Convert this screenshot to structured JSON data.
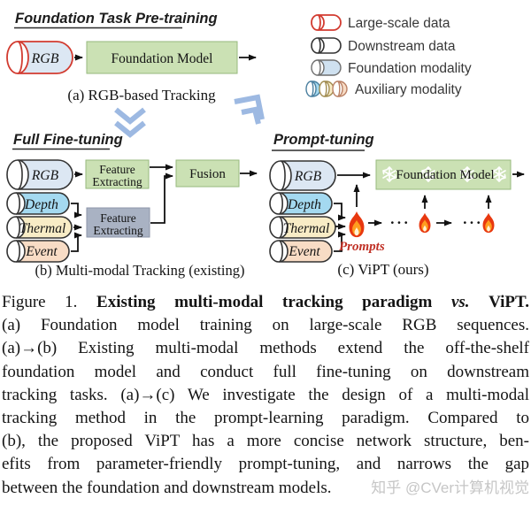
{
  "sections": {
    "pretraining": {
      "title": "Foundation Task Pre-training",
      "input": "RGB",
      "model": "Foundation Model",
      "caption": "(a) RGB-based Tracking"
    },
    "finetuning": {
      "title": "Full Fine-tuning",
      "inputs": [
        "RGB",
        "Depth",
        "Thermal",
        "Event"
      ],
      "feature_extractor_rgb": {
        "line1": "Feature",
        "line2": "Extracting"
      },
      "feature_extractor_aux": {
        "line1": "Feature",
        "line2": "Extracting"
      },
      "fusion": "Fusion",
      "caption": "(b) Multi-modal Tracking (existing)"
    },
    "prompt_tuning": {
      "title": "Prompt-tuning",
      "inputs": [
        "RGB",
        "Depth",
        "Thermal",
        "Event"
      ],
      "model": "Foundation Model",
      "prompts_label": "Prompts",
      "dots": "···",
      "caption": "(c) ViPT (ours)"
    }
  },
  "legend": {
    "items": [
      {
        "label": "Large-scale data"
      },
      {
        "label": "Downstream data"
      },
      {
        "label": "Foundation modality"
      },
      {
        "label": "Auxiliary modality"
      }
    ]
  },
  "figure_caption": {
    "line1": {
      "prefix": "Figure 1.",
      "bold": "Existing multi-modal tracking paradigm",
      "vs": "vs.",
      "tail": "ViPT."
    },
    "lines": [
      "(a) Foundation model training on large-scale RGB sequences.",
      "(a)→(b) Existing multi-modal methods extend the off-the-shelf",
      "foundation model and conduct full fine-tuning on downstream",
      "tracking tasks. (a)→(c) We investigate the design of a multi-modal",
      "tracking method in the prompt-learning paradigm. Compared to",
      "(b), the proposed ViPT has a more concise network structure, ben-",
      "efits from parameter-friendly prompt-tuning, and narrows the gap",
      "between the foundation and downstream models."
    ]
  },
  "watermark": "知乎 @CVer计算机视觉",
  "colors": {
    "foundation_modality": "#dce7f3",
    "depth_modality": "#a4d9f0",
    "thermal_modality": "#f8ecc6",
    "event_modality": "#f8dcc5",
    "model_box_green": "#cbe1b4",
    "trainable_box_gray": "#a9b2c3",
    "large_scale_outline_red": "#d23b30",
    "flame_red": "#e8380f",
    "prompts_text_red": "#c03126",
    "flow_chevron_blue": "#9db9e2"
  }
}
